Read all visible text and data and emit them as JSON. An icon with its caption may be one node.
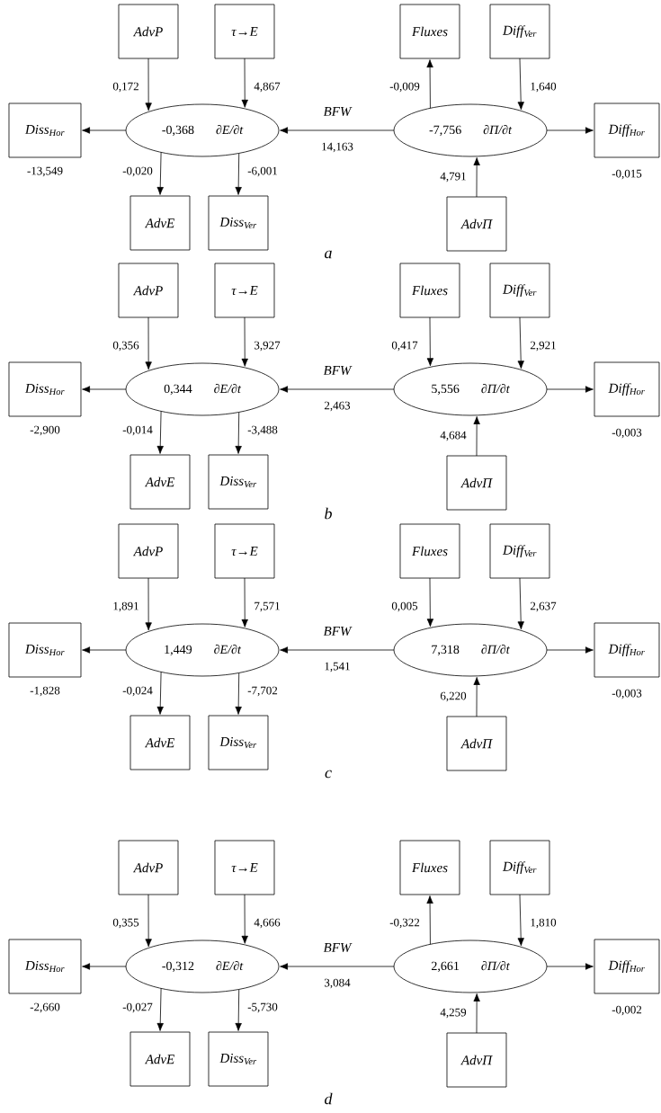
{
  "diagram": {
    "nodes": [
      {
        "text": [
          "AdvP"
        ]
      },
      {
        "text": [
          "τ→E"
        ]
      },
      {
        "text": [
          "-0,368",
          "∂E/∂t"
        ]
      },
      {
        "text": [
          "Diss$_{Hor}$"
        ]
      },
      {
        "text": [
          "AdvE"
        ]
      },
      {
        "text": [
          "Diss$_{Ver}$"
        ]
      },
      {
        "text": [
          "Fluxes"
        ]
      },
      {
        "text": [
          "Diff$_{Ver}$"
        ]
      },
      {
        "text": [
          "-7,756",
          "∂Π/∂t"
        ]
      },
      {
        "text": [
          "Diff$_{Hor}$"
        ]
      },
      {
        "text": [
          "AdvΠ"
        ]
      },
      {
        "text": [
          "AdvP"
        ]
      },
      {
        "text": [
          "τ→E"
        ]
      },
      {
        "text": [
          "0,344",
          "∂E/∂t"
        ]
      },
      {
        "text": [
          "Diss$_{Hor}$"
        ]
      },
      {
        "text": [
          "AdvE"
        ]
      },
      {
        "text": [
          "Diss$_{Ver}$"
        ]
      },
      {
        "text": [
          "Fluxes"
        ]
      },
      {
        "text": [
          "Diff$_{Ver}$"
        ]
      },
      {
        "text": [
          "5,556",
          "∂Π/∂t"
        ]
      },
      {
        "text": [
          "Diff$_{Hor}$"
        ]
      },
      {
        "text": [
          "AdvΠ"
        ]
      },
      {
        "text": [
          "AdvP"
        ]
      },
      {
        "text": [
          "τ→E"
        ]
      },
      {
        "text": [
          "1,449",
          "∂E/∂t"
        ]
      },
      {
        "text": [
          "Diss$_{Hor}$"
        ]
      },
      {
        "text": [
          "AdvE"
        ]
      },
      {
        "text": [
          "Diss$_{Ver}$"
        ]
      },
      {
        "text": [
          "Fluxes"
        ]
      },
      {
        "text": [
          "Diff$_{Ver}$"
        ]
      },
      {
        "text": [
          "7,318",
          "∂Π/∂t"
        ]
      },
      {
        "text": [
          "Diff$_{Hor}$"
        ]
      },
      {
        "text": [
          "AdvΠ"
        ]
      },
      {
        "text": [
          "AdvP"
        ]
      },
      {
        "text": [
          "τ→E"
        ]
      },
      {
        "text": [
          "-0,312",
          "∂E/∂t"
        ]
      },
      {
        "text": [
          "Diss$_{Hor}$"
        ]
      },
      {
        "text": [
          "AdvE"
        ]
      },
      {
        "text": [
          "Diss$_{Ver}$"
        ]
      },
      {
        "text": [
          "Fluxes"
        ]
      },
      {
        "text": [
          "Diff$_{Ver}$"
        ]
      },
      {
        "text": [
          "2,661",
          "∂Π/∂t"
        ]
      },
      {
        "text": [
          "Diff$_{Hor}$"
        ]
      },
      {
        "text": [
          "AdvΠ"
        ]
      }
    ],
    "edges": [
      {
        "from": 0,
        "to": 2,
        "arrow": "to",
        "label": "0,172"
      },
      {
        "from": 1,
        "to": 2,
        "arrow": "to",
        "label": "4,867"
      },
      {
        "from": 2,
        "to": 3,
        "arrow": "to",
        "label": "-13,549"
      },
      {
        "from": 2,
        "to": 4,
        "arrow": "to",
        "label": "-0,020"
      },
      {
        "from": 2,
        "to": 5,
        "arrow": "to",
        "label": "-6,001"
      },
      {
        "from": 8,
        "to": 2,
        "arrow": "to",
        "label": "14,163"
      },
      {
        "from": 8,
        "to": 6,
        "arrow": "to",
        "label": "-0,009"
      },
      {
        "from": 7,
        "to": 8,
        "arrow": "to",
        "label": "1,640"
      },
      {
        "from": 8,
        "to": 9,
        "arrow": "to",
        "label": "-0,015"
      },
      {
        "from": 10,
        "to": 8,
        "arrow": "to",
        "label": "4,791"
      },
      {
        "from": 11,
        "to": 13,
        "arrow": "to",
        "label": "0,356"
      },
      {
        "from": 12,
        "to": 13,
        "arrow": "to",
        "label": "3,927"
      },
      {
        "from": 13,
        "to": 14,
        "arrow": "to",
        "label": "-2,900"
      },
      {
        "from": 13,
        "to": 15,
        "arrow": "to",
        "label": "-0,014"
      },
      {
        "from": 13,
        "to": 16,
        "arrow": "to",
        "label": "-3,488"
      },
      {
        "from": 19,
        "to": 13,
        "arrow": "to",
        "label": "2,463"
      },
      {
        "from": 17,
        "to": 19,
        "arrow": "to",
        "label": "0,417"
      },
      {
        "from": 18,
        "to": 19,
        "arrow": "to",
        "label": "2,921"
      },
      {
        "from": 19,
        "to": 20,
        "arrow": "to",
        "label": "-0,003"
      },
      {
        "from": 21,
        "to": 19,
        "arrow": "to",
        "label": "4,684"
      },
      {
        "from": 22,
        "to": 24,
        "arrow": "to",
        "label": "1,891"
      },
      {
        "from": 23,
        "to": 24,
        "arrow": "to",
        "label": "7,571"
      },
      {
        "from": 24,
        "to": 25,
        "arrow": "to",
        "label": "-1,828"
      },
      {
        "from": 24,
        "to": 26,
        "arrow": "to",
        "label": "-0,024"
      },
      {
        "from": 24,
        "to": 27,
        "arrow": "to",
        "label": "-7,702"
      },
      {
        "from": 30,
        "to": 24,
        "arrow": "to",
        "label": "1,541"
      },
      {
        "from": 28,
        "to": 30,
        "arrow": "to",
        "label": "0,005"
      },
      {
        "from": 29,
        "to": 30,
        "arrow": "to",
        "label": "2,637"
      },
      {
        "from": 30,
        "to": 31,
        "arrow": "to",
        "label": "-0,003"
      },
      {
        "from": 32,
        "to": 30,
        "arrow": "to",
        "label": "6,220"
      },
      {
        "from": 33,
        "to": 35,
        "arrow": "to",
        "label": "0,355"
      },
      {
        "from": 34,
        "to": 35,
        "arrow": "to",
        "label": "4,666"
      },
      {
        "from": 35,
        "to": 36,
        "arrow": "to",
        "label": "-2,660"
      },
      {
        "from": 35,
        "to": 37,
        "arrow": "to",
        "label": "-0,027"
      },
      {
        "from": 35,
        "to": 38,
        "arrow": "to",
        "label": "-5,730"
      },
      {
        "from": 41,
        "to": 35,
        "arrow": "to",
        "label": "3,084"
      },
      {
        "from": 41,
        "to": 39,
        "arrow": "to",
        "label": "-0,322"
      },
      {
        "from": 40,
        "to": 41,
        "arrow": "to",
        "label": "1,810"
      },
      {
        "from": 41,
        "to": 42,
        "arrow": "to",
        "label": "-0,002"
      },
      {
        "from": 43,
        "to": 41,
        "arrow": "to",
        "label": "4,259"
      }
    ],
    "labels": [
      "BFW",
      "a",
      "BFW",
      "b",
      "BFW",
      "c",
      "BFW",
      "d"
    ]
  }
}
